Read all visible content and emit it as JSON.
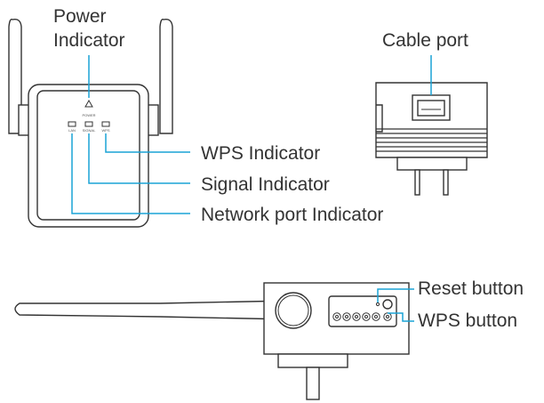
{
  "labels": {
    "power_line1": "Power",
    "power_line2": "Indicator",
    "cable_port": "Cable port",
    "wps_indicator": "WPS Indicator",
    "signal_indicator": "Signal Indicator",
    "network_port_indicator": "Network port Indicator",
    "reset_button": "Reset button",
    "wps_button": "WPS button"
  },
  "device_text": {
    "power": "POWER",
    "lan": "LAN",
    "signal": "SIGNAL",
    "wps": "WPS"
  },
  "colors": {
    "leader_line": "#1aa3d6",
    "outline": "#333333",
    "label_text": "#333333"
  }
}
